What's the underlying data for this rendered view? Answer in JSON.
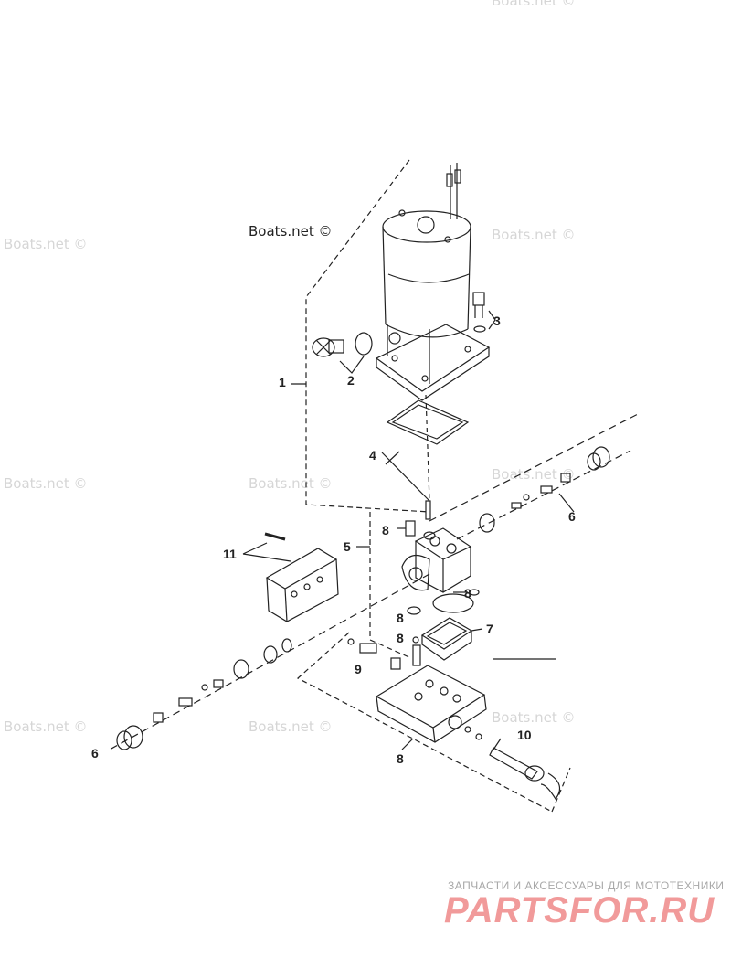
{
  "diagram": {
    "copyright": "Boats.net ©",
    "watermarks": [
      "Boats.net ©",
      "Boats.net ©",
      "Boats.net ©",
      "Boats.net ©",
      "Boats.net ©",
      "Boats.net ©",
      "Boats.net ©",
      "Boats.net ©",
      "Boats.net ©"
    ],
    "callouts": [
      "1",
      "2",
      "3",
      "4",
      "5",
      "6",
      "6",
      "7",
      "8",
      "8",
      "8",
      "8",
      "8",
      "9",
      "10",
      "11"
    ]
  },
  "branding": {
    "tagline": "ЗАПЧАСТИ И АКСЕССУАРЫ ДЛЯ МОТОТЕХНИКИ",
    "logo": "PARTSFOR.RU",
    "logo_color": "#f19a9a"
  }
}
